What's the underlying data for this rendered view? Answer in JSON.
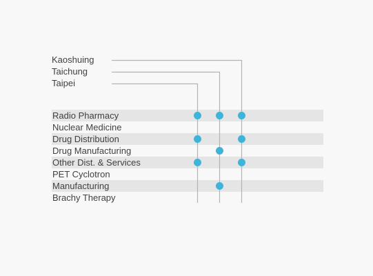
{
  "locations": [
    "Kaoshuing",
    "Taichung",
    "Taipei"
  ],
  "services": [
    {
      "label": "Radio Pharmacy",
      "shaded": true,
      "marks": [
        "Taipei",
        "Taichung",
        "Kaoshuing"
      ]
    },
    {
      "label": "Nuclear Medicine",
      "shaded": false,
      "marks": []
    },
    {
      "label": "Drug Distribution",
      "shaded": true,
      "marks": [
        "Taipei",
        "Kaoshuing"
      ]
    },
    {
      "label": "Drug Manufacturing",
      "shaded": false,
      "marks": [
        "Taichung"
      ]
    },
    {
      "label": "Other Dist. & Services",
      "shaded": true,
      "marks": [
        "Taipei",
        "Kaoshuing"
      ]
    },
    {
      "label": "PET Cyclotron",
      "shaded": false,
      "marks": []
    },
    {
      "label": "Manufacturing",
      "shaded": true,
      "marks": [
        "Taichung"
      ]
    },
    {
      "label": "Brachy Therapy",
      "shaded": false,
      "marks": []
    }
  ],
  "colors": {
    "dot": "#3fb3d9",
    "line": "#b3b3b3",
    "stripe": "#e5e5e5",
    "text": "#404040"
  }
}
